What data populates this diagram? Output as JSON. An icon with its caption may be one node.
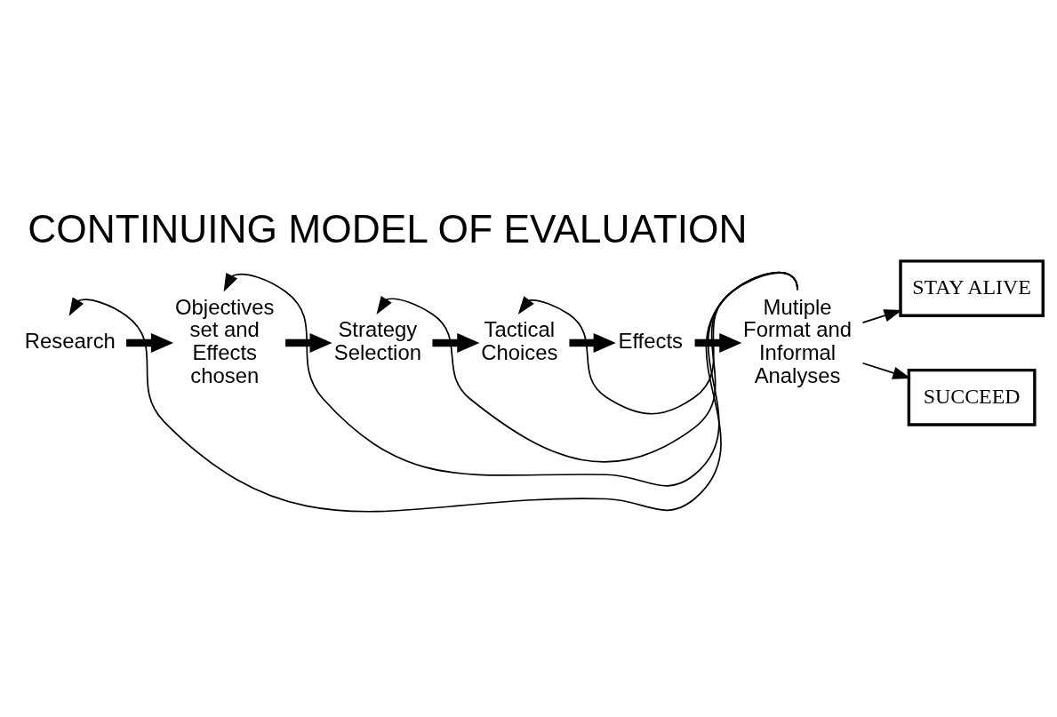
{
  "diagram": {
    "title": "CONTINUING MODEL OF EVALUATION",
    "nodes": [
      {
        "text": [
          "Research"
        ]
      },
      {
        "text": [
          "Objectives set and Effects chosen"
        ]
      },
      {
        "text": [
          "Strategy Selection"
        ]
      },
      {
        "text": [
          "Tactical Choices"
        ]
      },
      {
        "text": [
          "Effects"
        ]
      },
      {
        "text": [
          "Mutiple Format and Informal Analyses"
        ]
      },
      {
        "text": [
          "STAY ALIVE"
        ]
      },
      {
        "text": [
          "SUCCEED"
        ]
      }
    ],
    "edges": [
      {
        "from": 0,
        "to": 1,
        "arrow": "to",
        "style": "thick"
      },
      {
        "from": 1,
        "to": 2,
        "arrow": "to",
        "style": "thick"
      },
      {
        "from": 2,
        "to": 3,
        "arrow": "to",
        "style": "thick"
      },
      {
        "from": 3,
        "to": 4,
        "arrow": "to",
        "style": "thick"
      },
      {
        "from": 4,
        "to": 5,
        "arrow": "to",
        "style": "thick"
      },
      {
        "from": 5,
        "to": 6,
        "arrow": "to"
      },
      {
        "from": 5,
        "to": 7,
        "arrow": "to"
      },
      {
        "from": 5,
        "to": 0,
        "arrow": "to"
      },
      {
        "from": 5,
        "to": 1,
        "arrow": "to"
      },
      {
        "from": 5,
        "to": 2,
        "arrow": "to"
      },
      {
        "from": 5,
        "to": 3,
        "arrow": "to"
      }
    ]
  }
}
